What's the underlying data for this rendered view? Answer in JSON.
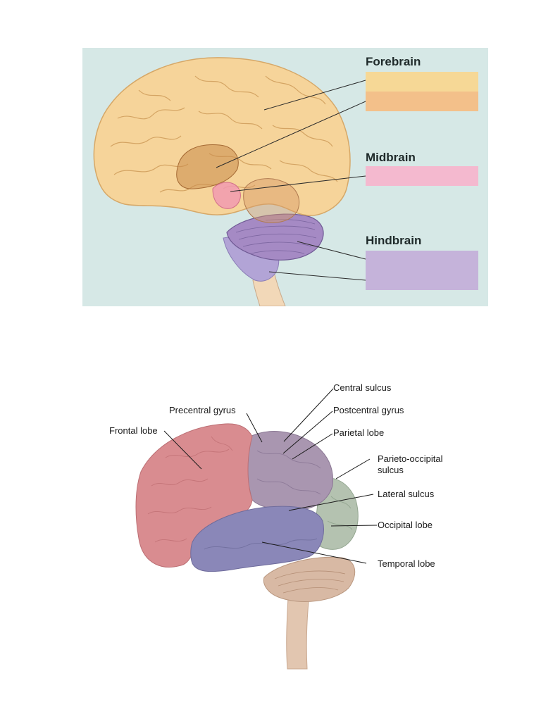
{
  "figure1": {
    "headings": [
      "Forebrain",
      "Midbrain",
      "Hindbrain"
    ],
    "colors": {
      "background": "#d6e8e6",
      "cerebrum": "#f6d49a",
      "forebrain_box": "#f5d396",
      "midbrain_box": "#f4b9cf",
      "hindbrain_box": "#c5b3da",
      "cerebellum": "#a58ac4"
    }
  },
  "figure2": {
    "labels": {
      "central_sulcus": "Central sulcus",
      "precentral_gyrus": "Precentral gyrus",
      "postcentral_gyrus": "Postcentral gyrus",
      "frontal_lobe": "Frontal lobe",
      "parietal_lobe": "Parietal lobe",
      "parieto_occipital_1": "Parieto-occipital",
      "parieto_occipital_2": "sulcus",
      "lateral_sulcus": "Lateral sulcus",
      "occipital_lobe": "Occipital lobe",
      "temporal_lobe": "Temporal lobe"
    },
    "colors": {
      "frontal": "#d98c90",
      "parietal": "#a996b0",
      "occipital": "#b4c2b0",
      "temporal": "#8a87b8",
      "cerebellum": "#d8b9a4",
      "brainstem": "#e2c6b0"
    }
  }
}
